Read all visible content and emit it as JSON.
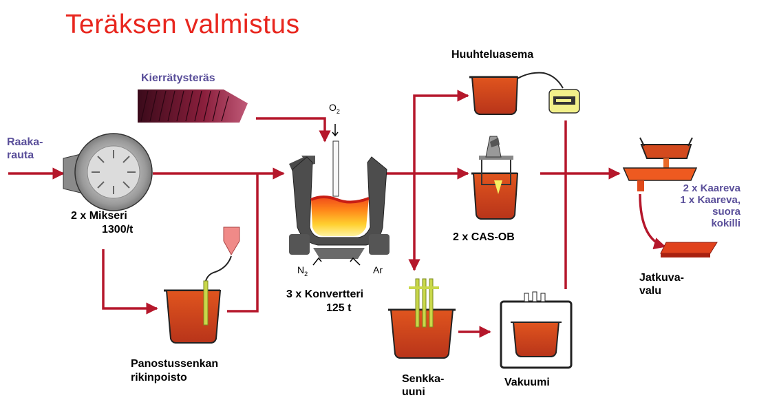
{
  "title": "Teräksen valmistus",
  "colors": {
    "title": "#e8261e",
    "arrow": "#b5172b",
    "molten": "#d8471c",
    "steel_gray": "#555555",
    "purple_text": "#5a4f9a"
  },
  "labels": {
    "kierratysteras": "Kierrätysteräs",
    "raakarauta_1": "Raaka-",
    "raakarauta_2": "rauta",
    "mikseri_1": "2 x Mikseri",
    "mikseri_2": "1300/t",
    "o2": "O",
    "o2_sub": "2",
    "n2": "N",
    "n2_sub": "2",
    "ar": "Ar",
    "konvertteri_1": "3 x  Konvertteri",
    "konvertteri_2": "125 t",
    "panostus_1": "Panostussenkan",
    "panostus_2": "rikinpoisto",
    "huuhteluasema": "Huuhteluasema",
    "casob": "2 x CAS-OB",
    "senkka_1": "Senkka-",
    "senkka_2": "uuni",
    "vakuumi": "Vakuumi",
    "kaareva_1": "2 x Kaareva",
    "kaareva_2": "1 x Kaareva,",
    "kaareva_3": "suora",
    "kaareva_4": "kokilli",
    "jatkuva_1": "Jatkuva-",
    "jatkuva_2": "valu"
  }
}
